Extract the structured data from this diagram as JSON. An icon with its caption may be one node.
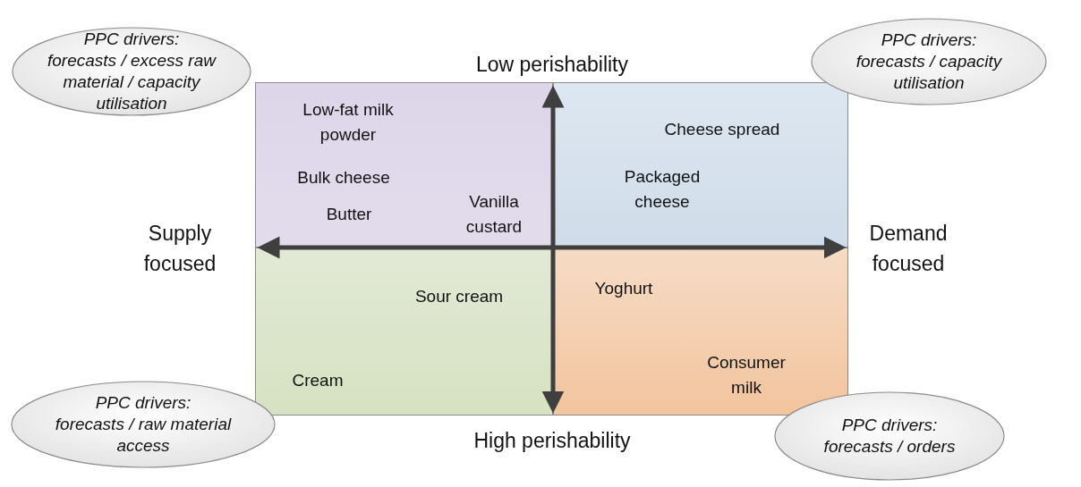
{
  "diagram": {
    "nodes": [
      {
        "text": [
          "PPC drivers:",
          "forecasts / excess raw material / capacity utilisation"
        ]
      },
      {
        "text": [
          "PPC drivers:",
          "forecasts / capacity utilisation"
        ]
      },
      {
        "text": [
          "PPC drivers:",
          "forecasts / raw material access"
        ]
      },
      {
        "text": [
          "PPC drivers:",
          "forecasts / orders"
        ]
      }
    ],
    "edges": [],
    "labels": [
      "Low perishability",
      "Low-fat milk powder",
      "Cheese spread",
      "Bulk cheese",
      "Packaged cheese",
      "Butter",
      "Vanilla custard",
      "Supply focused",
      "Demand focused",
      "Sour cream",
      "Yoghurt",
      "Cream",
      "Consumer milk",
      "High perishability"
    ]
  }
}
